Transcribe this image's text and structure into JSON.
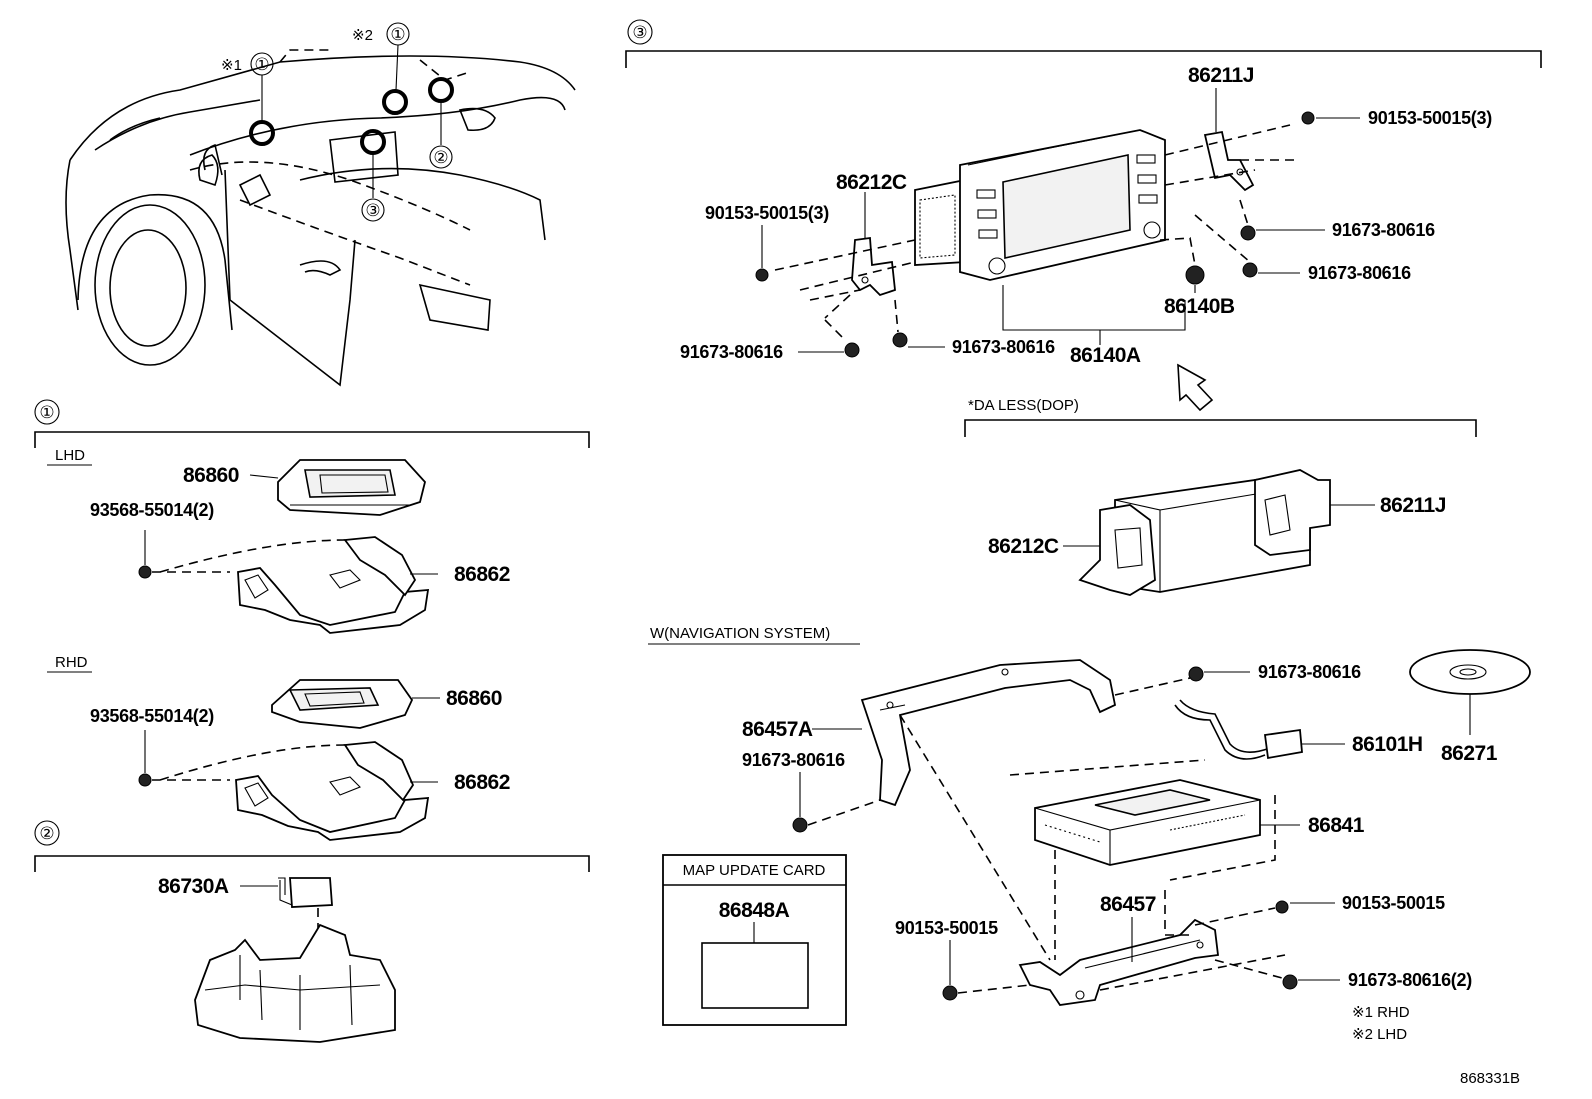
{
  "diagram_id": "868331B",
  "notes": {
    "note1": "※1 RHD",
    "note2": "※2 LHD"
  },
  "overview": {
    "mark1": "※1",
    "mark2": "※2",
    "callouts": [
      "①",
      "①",
      "②",
      "③"
    ]
  },
  "section1": {
    "marker": "①",
    "lhd": {
      "heading": "LHD",
      "bolt": "93568-55014(2)",
      "module": "86860",
      "bracket": "86862"
    },
    "rhd": {
      "heading": "RHD",
      "bolt": "93568-55014(2)",
      "module": "86860",
      "bracket": "86862"
    }
  },
  "section2": {
    "marker": "②",
    "part": "86730A"
  },
  "section3": {
    "marker": "③",
    "bracket_right": "86211J",
    "bracket_left": "86212C",
    "bolt_top_right": "90153-50015(3)",
    "bolt_top_left": "90153-50015(3)",
    "screw_r1": "91673-80616",
    "screw_r2": "91673-80616",
    "screw_l1": "91673-80616",
    "screw_l2": "91673-80616",
    "knob": "86140B",
    "display": "86140A",
    "da_less": {
      "heading": "*DA LESS(DOP)",
      "bracket_left": "86212C",
      "bracket_right": "86211J"
    }
  },
  "navigation": {
    "heading": "W(NAVIGATION SYSTEM)",
    "frame": "86457A",
    "frame_screw": "91673-80616",
    "top_screw": "91673-80616",
    "cable": "86101H",
    "disc": "86271",
    "receiver": "86841",
    "bracket": "86457",
    "bolt_right": "90153-50015",
    "bolt_left": "90153-50015",
    "screw_bottom": "91673-80616(2)"
  },
  "map_card": {
    "heading": "MAP UPDATE CARD",
    "part": "86848A"
  }
}
